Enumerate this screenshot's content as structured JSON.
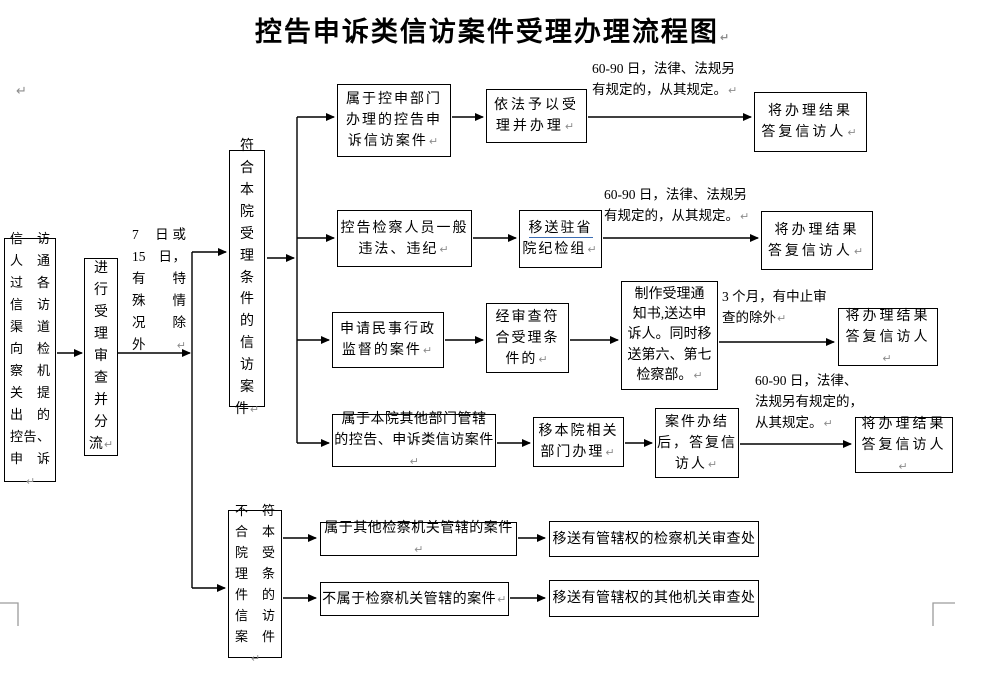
{
  "title": "控告申诉类信访案件受理办理流程图",
  "marks": {
    "pilcrow": "↵"
  },
  "colors": {
    "underline_blue": "#3a6cb4",
    "border": "#000000",
    "mark_gray": "#8c8c8c"
  },
  "flow": {
    "source": "信访\n人通\n过各\n信访\n渠道\n向检\n察机\n关提\n出的\n控告、\n申诉",
    "triage": "进\n行\n受\n理\n审\n查\n并\n分\n流",
    "deadline_note": "7 日或\n15 日，\n有 特\n殊 情\n况 除\n外",
    "qualified": "符\n合\n本\n院\n受\n理\n条\n件\n的\n信\n访\n案\n件",
    "unqualified": "不符\n合本\n院受\n理条\n件的\n信访\n案件"
  },
  "branches": {
    "row1": {
      "case": "属于控申部门\n办理的控告申\n诉信访案件",
      "step": "依法予以受\n理并办理",
      "note": "60-90 日，法律、法规另\n有规定的，从其规定。",
      "result": "将办理结果\n答复信访人"
    },
    "row2": {
      "case": "控告检察人员一般\n违法、违纪",
      "step_line1": "移送驻省",
      "step_line2": "院纪检组",
      "note": "60-90 日，法律、法规另\n有规定的，从其规定。",
      "result": "将办理结果\n答复信访人"
    },
    "row3": {
      "case": "申请民事行政\n监督的案件",
      "step": "经审查符\n合受理条\n件的",
      "step2": "制作受理通\n知书,送达申\n诉人。同时移\n送第六、第七\n检察部。",
      "note": "3 个月，有中止审\n查的除外",
      "result": "将办理结果\n答复信访人"
    },
    "row4": {
      "case": "属于本院其他部门管辖\n的控告、申诉类信访案件",
      "step": "移本院相关\n部门办理",
      "step2": "案件办结\n后，答复信\n访人",
      "note": "60-90 日，法律、\n法规另有规定的，\n从其规定。",
      "result": "将办理结果\n答复信访人"
    },
    "row5": {
      "case": "属于其他检察机关管辖的案件",
      "result": "移送有管辖权的检察机关审查处"
    },
    "row6": {
      "case": "不属于检察机关管辖的案件",
      "result": "移送有管辖权的其他机关审查处"
    }
  }
}
